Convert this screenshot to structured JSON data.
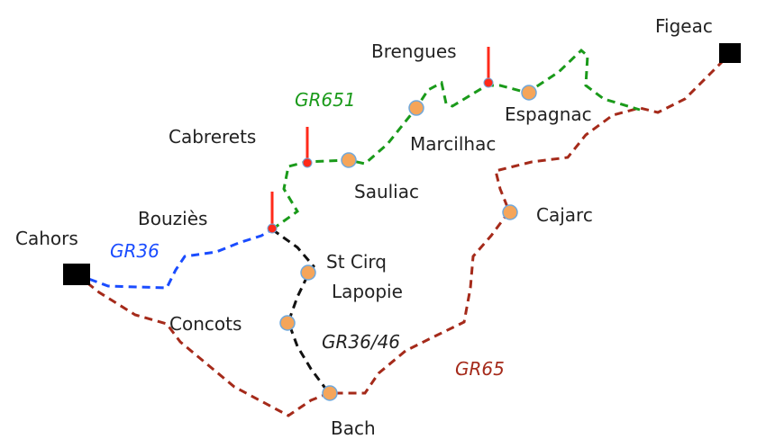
{
  "towns": {
    "figeac": "Figeac",
    "cahors": "Cahors",
    "brengues": "Brengues",
    "cabrerets": "Cabrerets",
    "marcilhac": "Marcilhac",
    "espagnac": "Espagnac",
    "sauliac": "Sauliac",
    "bouzies": "Bouziès",
    "cajarc": "Cajarc",
    "st_cirq_1": "St Cirq",
    "st_cirq_2": "Lapopie",
    "concots": "Concots",
    "bach": "Bach"
  },
  "routes": {
    "gr65": {
      "label": "GR65",
      "color": "#a52a1a"
    },
    "gr651": {
      "label": "GR651",
      "color": "#1a9a1a"
    },
    "gr36": {
      "label": "GR36",
      "color": "#1a4cff"
    },
    "gr36_46": {
      "label": "GR36/46",
      "color": "#111111"
    }
  },
  "colors": {
    "stop": "#f5a55a",
    "stop_outline": "#6fa8dc",
    "pin": "#ff2a1a"
  }
}
